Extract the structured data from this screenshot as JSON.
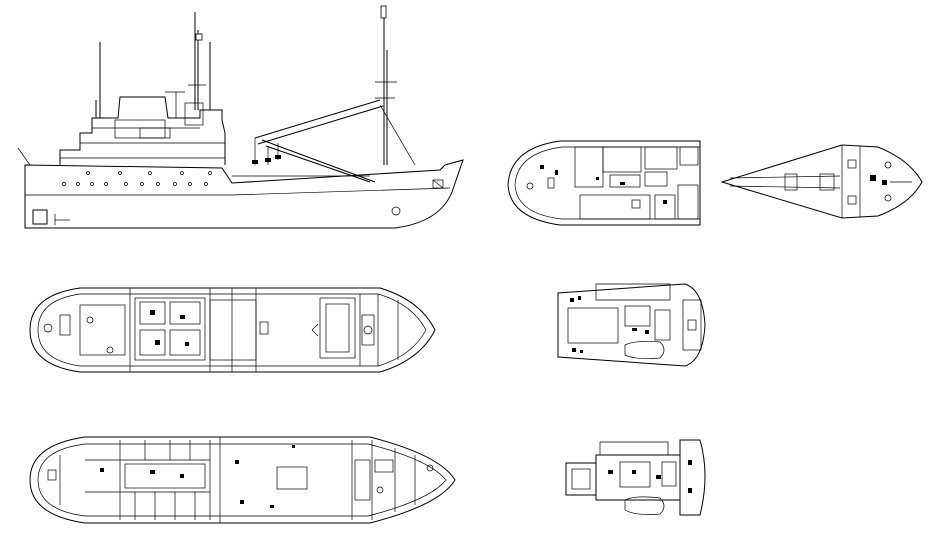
{
  "drawing": {
    "views": [
      {
        "id": "side-elevation"
      },
      {
        "id": "upper-deck-plan"
      },
      {
        "id": "bow-deck-plan"
      },
      {
        "id": "main-deck-plan"
      },
      {
        "id": "bridge-deck-plan"
      },
      {
        "id": "lower-deck-plan"
      },
      {
        "id": "boat-deck-plan"
      }
    ],
    "colors": {
      "background": "#ffffff",
      "line": "#000000"
    }
  }
}
